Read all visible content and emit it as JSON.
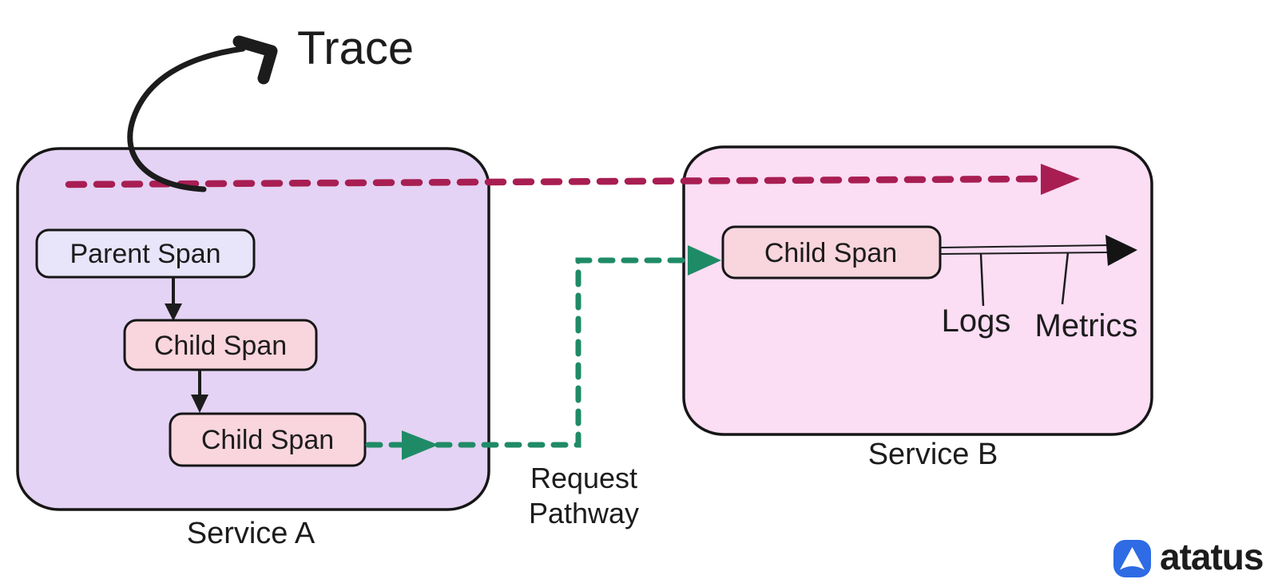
{
  "diagram": {
    "trace_label": "Trace",
    "service_a": {
      "label": "Service A",
      "parent_span": "Parent Span",
      "child_span_1": "Child Span",
      "child_span_2": "Child Span"
    },
    "service_b": {
      "label": "Service B",
      "child_span": "Child Span",
      "logs": "Logs",
      "metrics": "Metrics"
    },
    "pathway": {
      "line1": "Request",
      "line2": "Pathway"
    },
    "colors": {
      "service_a_fill": "#e4d3f4",
      "service_b_fill": "#fbddf4",
      "parent_span_fill": "#e8e4fa",
      "child_span_fill": "#f9d5de",
      "trace_red": "#a81e52",
      "pathway_green": "#1f8b66",
      "ink": "#1c1c1c",
      "brand_blue": "#2e6be4"
    },
    "brand": {
      "name": "atatus"
    }
  }
}
